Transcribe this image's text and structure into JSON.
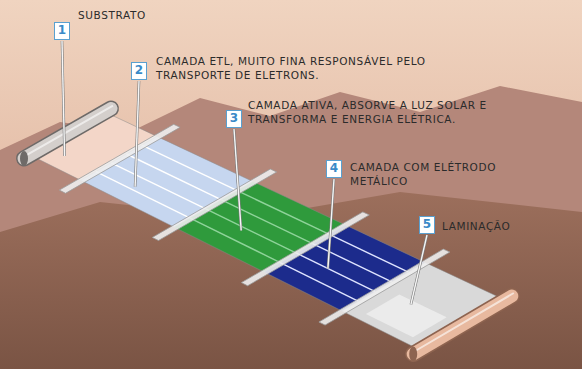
{
  "diagram": {
    "labels": [
      "1",
      "SUBSTRATO",
      "2",
      "CAMADA ETL, MUITO FINA RESPONSÁVEL PELO TRANSPORTE DE ELETRONS.",
      "3",
      "CAMADA ATIVA, ABSORVE A LUZ SOLAR E TRANSFORMA E ENERGIA ELÉTRICA.",
      "4",
      "CAMADA COM ELÉTRODO METÁLICO",
      "5",
      "LAMINAÇÃO"
    ]
  }
}
